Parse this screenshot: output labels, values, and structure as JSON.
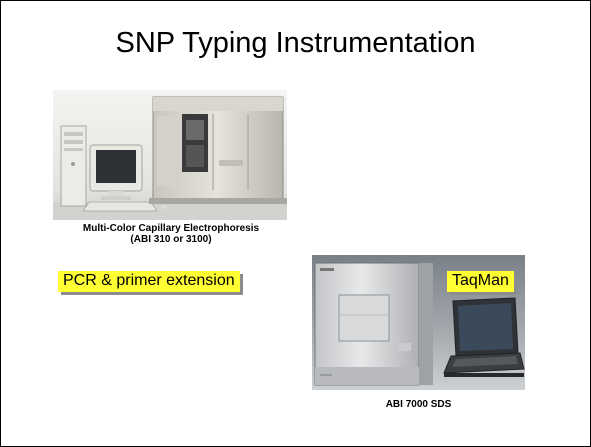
{
  "slide": {
    "title": "SNP Typing Instrumentation"
  },
  "instruments": [
    {
      "caption_line1": "Multi-Color Capillary Electrophoresis",
      "caption_line2": "(ABI 310 or 3100)",
      "label": "PCR & primer extension"
    },
    {
      "caption": "ABI 7000 SDS",
      "label": "TaqMan"
    }
  ],
  "colors": {
    "label_background": "#ffff33",
    "label_shadow": "#8c8c8c"
  }
}
